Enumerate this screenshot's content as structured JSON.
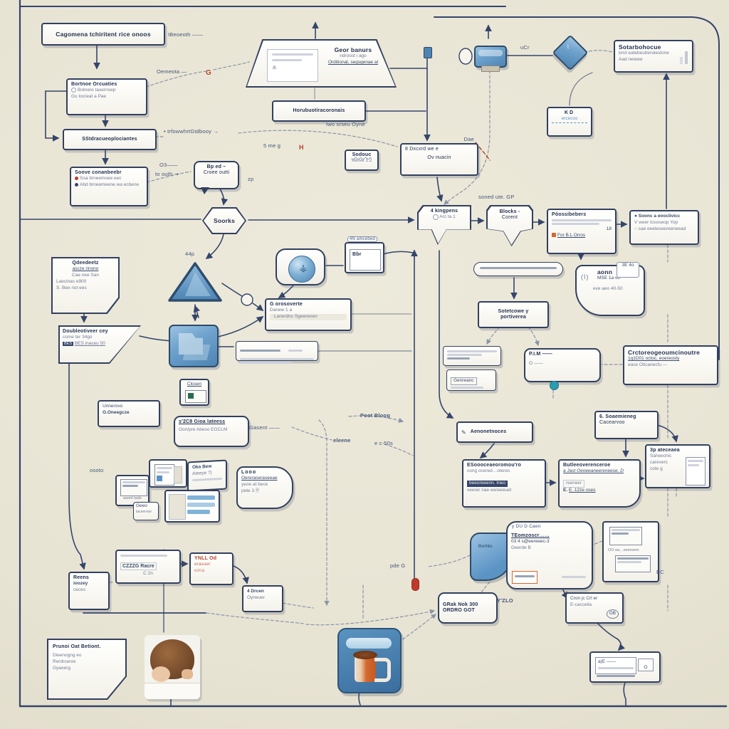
{
  "meta": {
    "bg": "#e8e4d4",
    "ink": "#32405f",
    "accent_blue": "#4c84b4",
    "accent_red": "#b5452a",
    "accent_teal": "#2a9db5"
  },
  "nodes": {
    "n1": {
      "t": "Cagomena tchiritent rice onoos"
    },
    "n2": {
      "t": "Geor banurs",
      "s1": "ndroost i ago",
      "s2": "Orditional, segsgenae al"
    },
    "n3": {
      "t": "Sotarbohocue",
      "s1": "brrd eatebeuttendestone",
      "s2": "Aad newwe"
    },
    "n4": {
      "t": "Bortnoe Orcuaties",
      "s1": "Botnere taxernoep",
      "s2": "Gu tocreat a Pae"
    },
    "n5": {
      "t": "SStdracueoplociantes"
    },
    "n6": {
      "t": "Horubuotiracoronais"
    },
    "n7": {
      "t": "8 Dxcxrd we e",
      "s1": "Ov    nuacin",
      "tag": "Dae"
    },
    "n8": {
      "t": "KD",
      "s1": "ercecos"
    },
    "n9": {
      "t": "Soove conanbeebr",
      "s1": "Soa brneemoee eec",
      "s2": "Abd brneemeene wa ecbene"
    },
    "n10": {
      "t": "Bp ed –",
      "s1": "Croee outti"
    },
    "n11": {
      "t": "Sodouc",
      "s1": "Veuve 1.2"
    },
    "n12": {
      "t": "Soorks"
    },
    "n13": {
      "t": "4 kingpens",
      "s1": "Arc ta 1"
    },
    "n14": {
      "t": "Blocks -",
      "s1": "Corent"
    },
    "n15": {
      "t": "Póossibebers",
      "s1": "18",
      "s2": "For B.L Orros"
    },
    "n16": {
      "s1": "● Soonc  a eooclivicc",
      "s2": "V  weer tososeop Yop",
      "s3": "○ cae eeeteseereeneead"
    },
    "n17": {
      "t": "Qdeedeetz",
      "s1": "ascze rinono",
      "s2": "Cae nee San",
      "s3": "Laecinas e900",
      "s4": "S. Bee not ees"
    },
    "n19": {
      "tag": "4N amcebed",
      "t": "Bbr"
    },
    "n20": {
      "t": "aonn",
      "s1": "MSE 1a vo",
      "s2": "eve aeo 40-50",
      "inner": "3E 4o"
    },
    "n21": {
      "t": "Doubleotiveer cey",
      "s1": "come ter 34go",
      "s2": "BES inaceu 50"
    },
    "n22": {
      "t": "G orosoverte",
      "s1": "Danew 1 a",
      "s2": "Lanerdnc Sgeerenen"
    },
    "n24": {
      "t": "Sotetcowe y",
      "s1": "portiverea"
    },
    "n25": {
      "t": "Crctoreogeoumcinoutre",
      "s1": "1q1D01 octoc, eoereosty",
      "s2": "eace Oticanecfu —"
    },
    "n26": {
      "t": "P.I.M ——",
      "s1": "O ——"
    },
    "n28": {
      "t": "Genreanc"
    },
    "n29": {
      "t": "3p ateceaea",
      "s1": "Saheechic",
      "s2": "careverc",
      "s3": "cote g"
    },
    "n30": {
      "t": "Closen"
    },
    "n31": {
      "t": "Unnerovo",
      "s1": "O.Oneegcze"
    },
    "n32": {
      "t": "s'2C8 Gioa lateess",
      "s1": "Oon/pre Abeso EGCLM"
    },
    "n33": {
      "t": "Aenonetnoces"
    },
    "n34": {
      "t": "6. Soaemieneg",
      "s1": "Cacearvoo"
    },
    "n35": {
      "s1": "asent tado"
    },
    "n37": {
      "t": "Oka Bew",
      "s1": "Ateeye ?|"
    },
    "n39": {
      "t": "Geeo",
      "s1": "taceervoe"
    },
    "n40": {
      "t": "Looo",
      "s1": "Oereraseraseeae",
      "s2": "yeoe at bece",
      "s3": "pete 3"
    },
    "n41": {
      "t": "ESoooceaeoromou'ro",
      "s1": "cong ocered…oteres",
      "s2": "beeoreeenn. Ineo",
      "s3": "veerer nae eereeeuet"
    },
    "n42": {
      "t": "Butleeoverenceroe",
      "s1": "a Jast Oeneeaneereneese. D",
      "s2": "reerwer",
      "s3": "E. 12ze oses"
    },
    "n43": {
      "tag": "y DU D Caen",
      "t": "TEomzoscr……",
      "s1": "03 4  s@eereeec-3",
      "s2": "Geerde B"
    },
    "n44": {
      "t": "OO ea…eeereem"
    },
    "n45": {
      "t": "GRak Nok 300",
      "s1": "ORDRO GOT"
    },
    "n46": {
      "t": "Cron jc Crl er",
      "s1": "E-caccelia",
      "badge": "OB"
    },
    "n47": {
      "t": "Reens",
      "s1": "ioozey",
      "s2": "ceces"
    },
    "n48": {
      "t": "CZZZG Racre",
      "s1": "C 2n"
    },
    "n49": {
      "t": "YNLL Od",
      "s1": "erasuer:",
      "s2": "ezna"
    },
    "n50": {
      "t": "4 Drcen",
      "s1": "Oyneuer"
    },
    "n51": {
      "t": "Prunoi Oat Betiont.",
      "s1": "Dieenogng eo",
      "s2": "Rerdrcenre",
      "s3": "Gyaoerg"
    },
    "n52": {
      "f1": "a(E ——",
      "btn": "O"
    }
  },
  "labels": {
    "beoeoth": "IBeoeoth ——",
    "oemeota": "Oemeota —",
    "gred": "G",
    "trfow": "• trfowwhrtGtdbooy →",
    "os1": "O3——",
    "os2": "to outh  ⇢",
    "iwo": "Iwo srseu Oyne",
    "ucr": "uCr",
    "smeg": "5 me g",
    "hred": "H",
    "zp": "zp",
    "soned": "soned ute. GP",
    "a4p": "44p",
    "gasent": "Gasent ——",
    "poot": "Poot Bloog",
    "eleene": "eleene",
    "ec50": "e c-50s",
    "osoto": "osoto",
    "pdeg": "pde G",
    "yzlo": "Y'ZLO",
    "ec": "EC"
  }
}
